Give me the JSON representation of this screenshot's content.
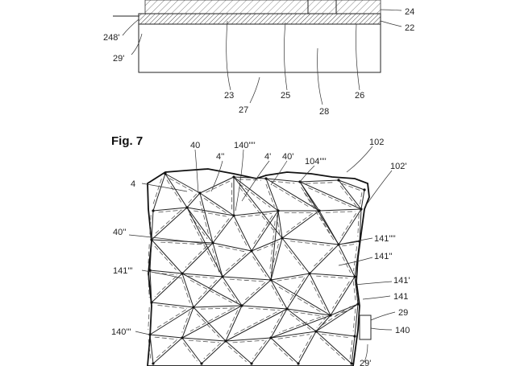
{
  "fig7_title": "Fig. 7",
  "top_labels": {
    "l24": "24",
    "l22": "22",
    "l248": "248'",
    "l29p": "29'",
    "l23": "23",
    "l25": "25",
    "l26": "26",
    "l27": "27",
    "l28": "28"
  },
  "fig7_labels": {
    "l40": "40",
    "l140q": "140''''",
    "l4dd": "4''",
    "l4d": "4'",
    "l40p": "40'",
    "l104": "104''''",
    "l102": "102",
    "l102p": "102'",
    "l4": "4",
    "l40dd": "40''",
    "l141q": "141''''",
    "l141dd": "141''",
    "l141t": "141'''",
    "l141p": "141'",
    "l141": "141",
    "l29": "29",
    "l140t": "140'''",
    "l140": "140",
    "l29pp": "29'"
  }
}
